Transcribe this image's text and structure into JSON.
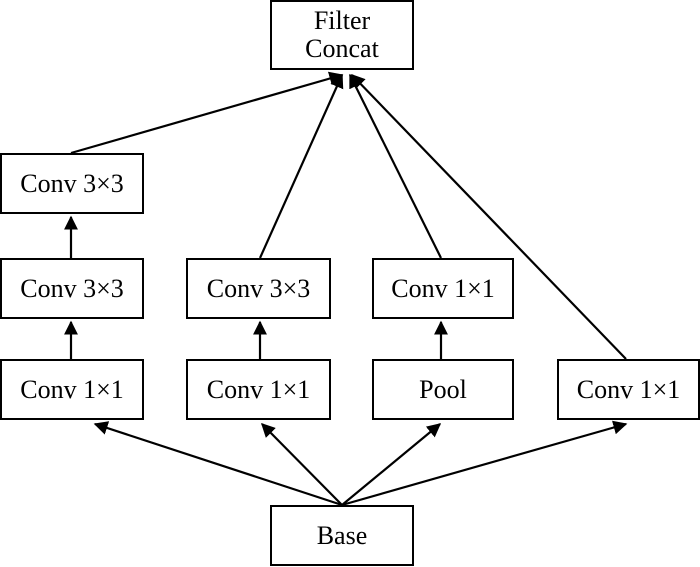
{
  "diagram": {
    "nodes": {
      "filter_concat": {
        "line1": "Filter",
        "line2": "Concat"
      },
      "conv3x3_top": "Conv 3×3",
      "conv3x3_mid": "Conv 3×3",
      "conv1x1_left": "Conv 1×1",
      "conv3x3_second": "Conv 3×3",
      "conv1x1_second": "Conv 1×1",
      "conv1x1_third": "Conv 1×1",
      "pool": "Pool",
      "conv1x1_right": "Conv 1×1",
      "base": "Base"
    },
    "colors": {
      "stroke": "#000000",
      "background": "#ffffff"
    }
  }
}
